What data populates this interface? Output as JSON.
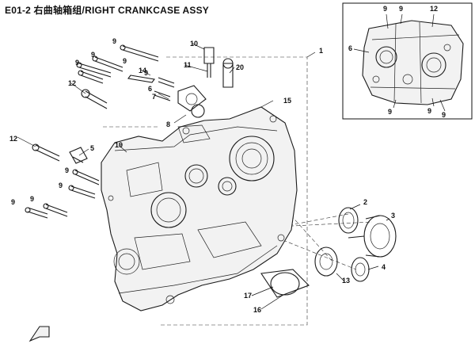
{
  "header": {
    "title": "E01-2 右曲轴箱组/RIGHT CRANKCASE ASSY"
  },
  "callouts": {
    "c1": "1",
    "c2": "2",
    "c3": "3",
    "c4": "4",
    "c5": "5",
    "c6": "6",
    "c7": "7",
    "c8": "8",
    "c9a": "9",
    "c9b": "9",
    "c9c": "9",
    "c9d": "9",
    "c9e": "9",
    "c9f": "9",
    "c9g": "9",
    "c9h": "9",
    "c9i": "9",
    "c10": "10",
    "c11": "11",
    "c12a": "12",
    "c12b": "12",
    "c13": "13",
    "c14": "14",
    "c15": "15",
    "c16": "16",
    "c17": "17",
    "c19": "19",
    "c20": "20",
    "inset9a": "9",
    "inset9b": "9",
    "inset12": "12",
    "inset6": "6",
    "inset9c": "9",
    "inset9d": "9",
    "inset9e": "9"
  }
}
